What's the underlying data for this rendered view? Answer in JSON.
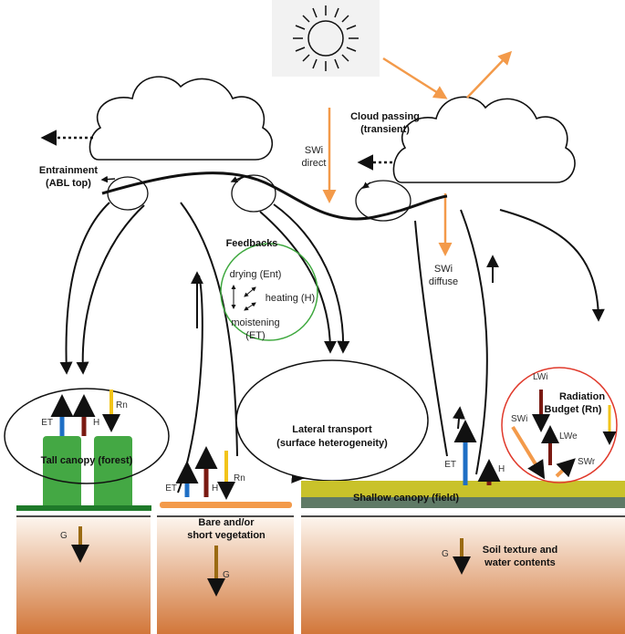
{
  "sun_label": "",
  "labels": {
    "swi_direct_1": "SWi",
    "swi_direct_2": "direct",
    "swi_diffuse_1": "SWi",
    "swi_diffuse_2": "diffuse",
    "cloud_passing_1": "Cloud passing",
    "cloud_passing_2": "(transient)",
    "entrainment_1": "Entrainment",
    "entrainment_2": "(ABL top)",
    "feedbacks_title": "Feedbacks",
    "feedbacks_drying": "drying (Ent)",
    "feedbacks_heating": "heating (H)",
    "feedbacks_moistening_1": "moistening",
    "feedbacks_moistening_2": "(ET)",
    "lateral_1": "Lateral transport",
    "lateral_2": "(surface heterogeneity)",
    "rad_budget_1": "Radiation",
    "rad_budget_2": "Budget (Rn)",
    "tall_canopy": "Tall canopy (forest)",
    "shallow_canopy": "Shallow canopy (field)",
    "bare_1": "Bare and/or",
    "bare_2": "short vegetation",
    "soil_1": "Soil texture and",
    "soil_2": "water contents",
    "et": "ET",
    "h": "H",
    "rn": "Rn",
    "g": "G",
    "lwi": "LWi",
    "lwe": "LWe",
    "swi": "SWi",
    "swr": "SWr"
  },
  "colors": {
    "et": "#1f6fc5",
    "h": "#7a1a12",
    "rn": "#f2c41a",
    "g": "#9a6a12",
    "sw": "#f39a4a",
    "forest": "#3aa33a",
    "field": "#c9c22a",
    "soil_top": "#fdf6ef",
    "soil_bottom": "#d2773a",
    "feedback_circle": "#3ea83e",
    "radiation_circle": "#e0392b"
  }
}
